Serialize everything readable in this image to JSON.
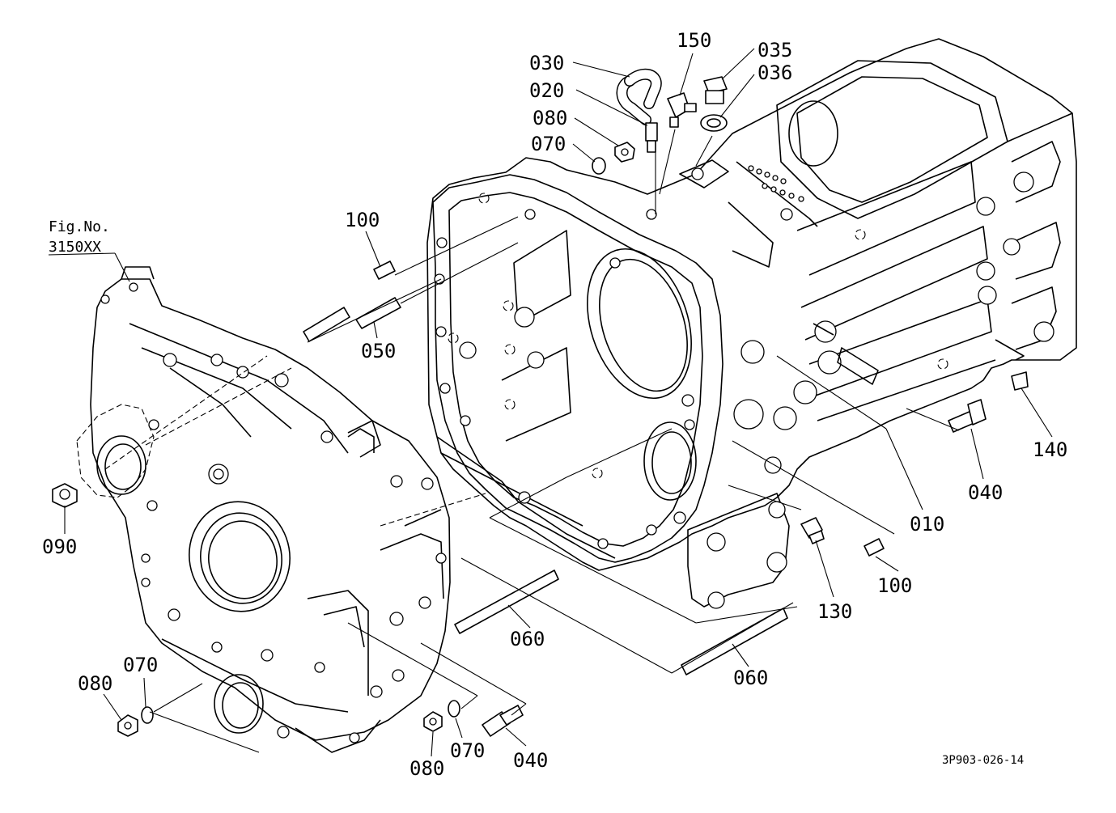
{
  "figure_ref": {
    "line1": "Fig.No.",
    "line2": "3150XX"
  },
  "drawing_code": "3P903-026-14",
  "callouts": {
    "c030": "030",
    "c020": "020",
    "c080_top": "080",
    "c070_top": "070",
    "c150": "150",
    "c035": "035",
    "c036": "036",
    "c100_top": "100",
    "c050": "050",
    "c090": "090",
    "c140": "140",
    "c040_right": "040",
    "c010": "010",
    "c100_right": "100",
    "c130": "130",
    "c060_mid": "060",
    "c060_bottom": "060",
    "c080_left": "080",
    "c070_left": "070",
    "c080_bottom": "080",
    "c070_bottom": "070",
    "c040_bottom": "040"
  }
}
